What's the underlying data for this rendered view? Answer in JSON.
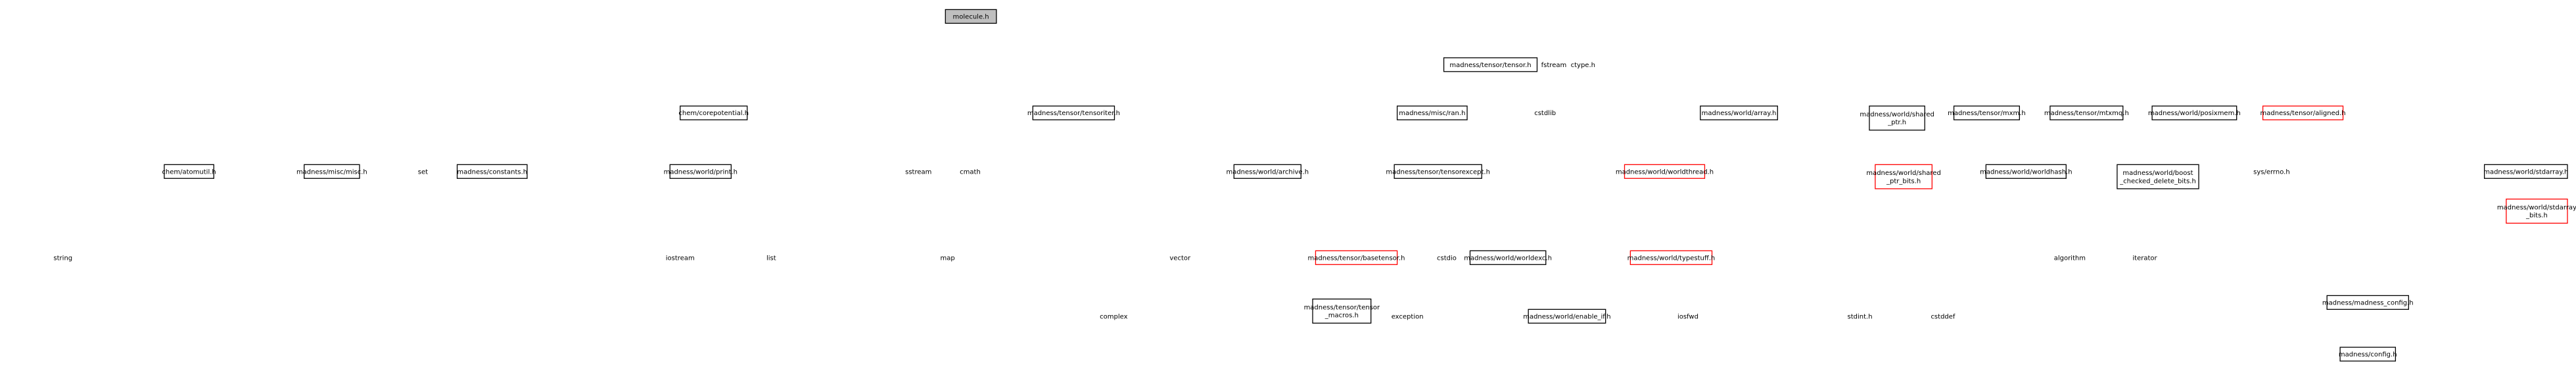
{
  "nodes": {
    "molecule": [
      "molecule.h"
    ],
    "tensor": [
      "madness/tensor/tensor.h"
    ],
    "fstream": [
      "fstream"
    ],
    "ctype": [
      "ctype.h"
    ],
    "corepot": [
      "chem/corepotential.h"
    ],
    "cstdlib": [
      "cstdlib"
    ],
    "tensoriter": [
      "madness/tensor/tensoriter.h"
    ],
    "ran": [
      "madness/misc/ran.h"
    ],
    "array": [
      "madness/world/array.h"
    ],
    "sharedptr": [
      "madness/world/shared",
      "_ptr.h"
    ],
    "mxm": [
      "madness/tensor/mxm.h"
    ],
    "mtxmq": [
      "madness/tensor/mtxmq.h"
    ],
    "posixmem": [
      "madness/world/posixmem.h"
    ],
    "aligned": [
      "madness/tensor/aligned.h"
    ],
    "atomutil": [
      "chem/atomutil.h"
    ],
    "miscmisc": [
      "madness/misc/misc.h"
    ],
    "set": [
      "set"
    ],
    "constants": [
      "madness/constants.h"
    ],
    "print": [
      "madness/world/print.h"
    ],
    "sstream": [
      "sstream"
    ],
    "cmath": [
      "cmath"
    ],
    "archive": [
      "madness/world/archive.h"
    ],
    "tensorexcept": [
      "madness/tensor/tensorexcept.h"
    ],
    "worldthread": [
      "madness/world/worldthread.h"
    ],
    "sharedptrbits": [
      "madness/world/shared",
      "_ptr_bits.h"
    ],
    "worldhash": [
      "madness/world/worldhash.h"
    ],
    "boost": [
      "madness/world/boost",
      "_checked_delete_bits.h"
    ],
    "errno": [
      "sys/errno.h"
    ],
    "stdarray": [
      "madness/world/stdarray.h"
    ],
    "stdarraybits": [
      "madness/world/stdarray",
      "_bits.h"
    ],
    "string": [
      "string"
    ],
    "iostream": [
      "iostream"
    ],
    "list": [
      "list"
    ],
    "map": [
      "map"
    ],
    "vector": [
      "vector"
    ],
    "cstdio": [
      "cstdio"
    ],
    "basetensor": [
      "madness/tensor/basetensor.h"
    ],
    "worldexc": [
      "madness/world/worldexc.h"
    ],
    "typestuff": [
      "madness/world/typestuff.h"
    ],
    "algorithm": [
      "algorithm"
    ],
    "iterator": [
      "iterator"
    ],
    "complex": [
      "complex"
    ],
    "exception": [
      "exception"
    ],
    "enableif": [
      "madness/world/enable_if.h"
    ],
    "iosfwd": [
      "iosfwd"
    ],
    "stdint": [
      "stdint.h"
    ],
    "cstddef": [
      "cstddef"
    ],
    "tensormacros": [
      "madness/tensor/tensor",
      "_macros.h"
    ],
    "madconfig": [
      "madness/madness_config.h"
    ],
    "config": [
      "madness/config.h"
    ]
  }
}
